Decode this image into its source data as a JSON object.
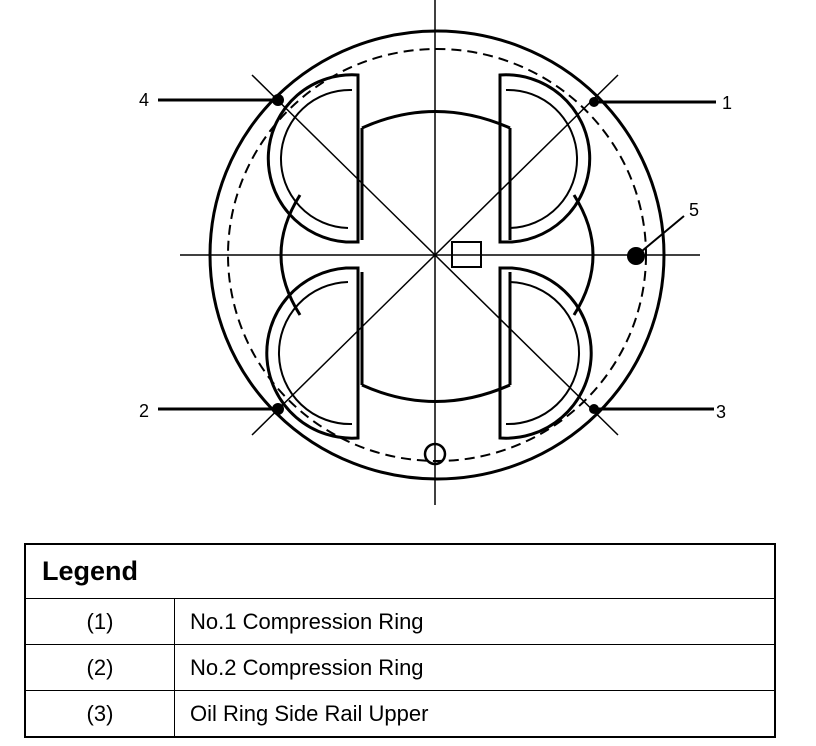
{
  "callouts": {
    "c1": "1",
    "c2": "2",
    "c3": "3",
    "c4": "4",
    "c5": "5"
  },
  "legend": {
    "title": "Legend",
    "rows": [
      {
        "num": "(1)",
        "text": "No.1 Compression Ring"
      },
      {
        "num": "(2)",
        "text": "No.2 Compression Ring"
      },
      {
        "num": "(3)",
        "text": "Oil Ring Side Rail Upper"
      }
    ]
  }
}
